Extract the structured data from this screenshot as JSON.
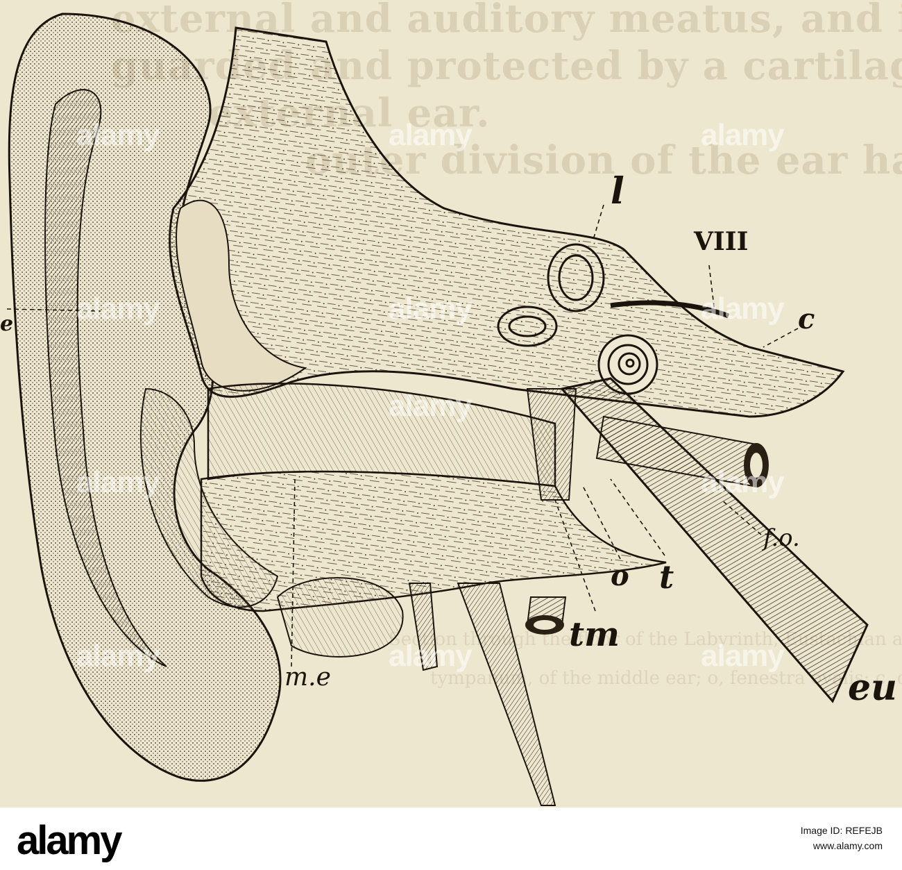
{
  "page_background_text": {
    "lines": [
      "external and auditory meatus, and is further",
      "guarded and protected by a cartilaginous",
      "external ear.",
      "outer division of the ear has the fol"
    ],
    "caption_lines": [
      "Section through the floor of the Labyrinth, Eustachian and",
      "tympanum, of the middle ear; o, fenestra ovalis; c, cochlea; t,"
    ]
  },
  "diagram_labels": {
    "l": "l",
    "viii": "VIII",
    "c": "c",
    "e": "e",
    "fo": "f.o.",
    "o": "o",
    "t": "t",
    "tm": "tm",
    "me": "m.e",
    "eu": "eu"
  },
  "watermarks": [
    "alamy",
    "alamy",
    "alamy",
    "alamy",
    "alamy",
    "alamy",
    "alamy",
    "alamy",
    "alamy",
    "alamy",
    "alamy",
    "alamy"
  ],
  "footer": {
    "logo_text": "alamy",
    "image_id_line": "Image ID: REFEJB",
    "url_line": "www.alamy.com"
  },
  "colors": {
    "paper": "#eee7cf",
    "ink": "#1b140c",
    "footer_bg": "#ffffff",
    "logo_accent": "#ff2b66"
  }
}
